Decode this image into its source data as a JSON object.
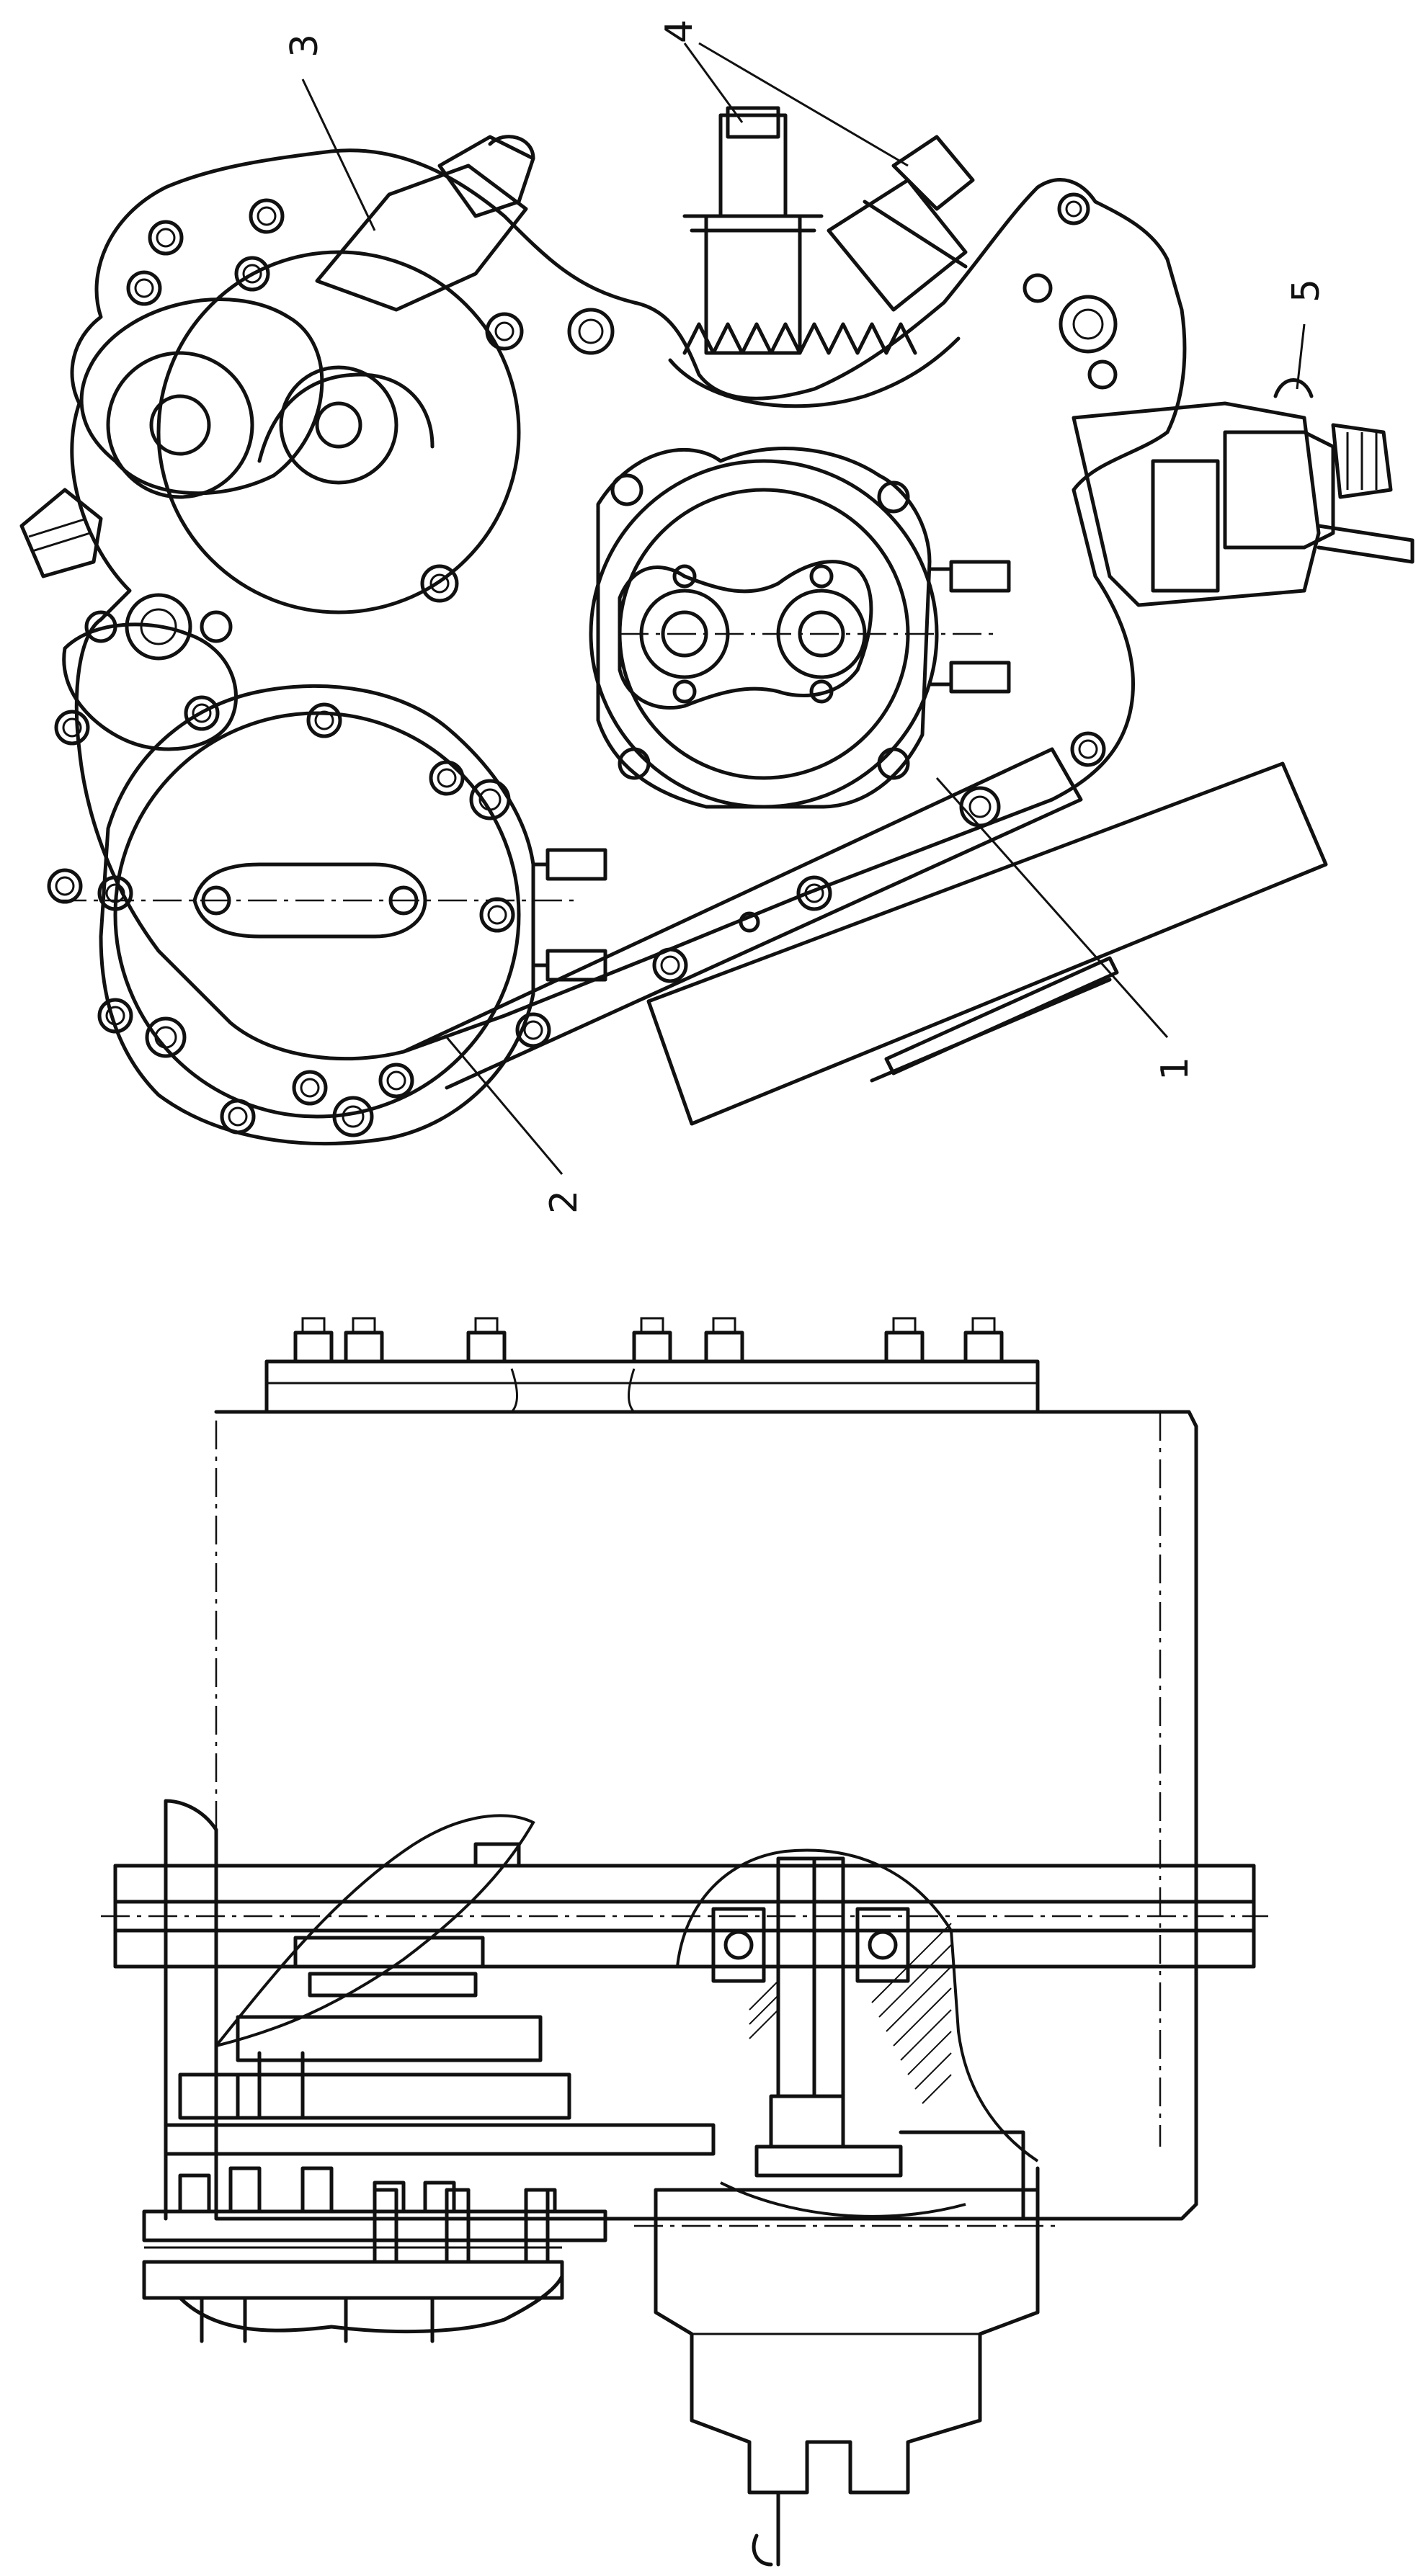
{
  "figure": {
    "callouts": [
      "1",
      "2",
      "3",
      "4",
      "5"
    ],
    "upper_view": "front-view-gearbox-assembly",
    "lower_view": "side-sectional-view-gearbox-assembly"
  },
  "colors": {
    "ink": "#111111",
    "paper": "#ffffff"
  }
}
